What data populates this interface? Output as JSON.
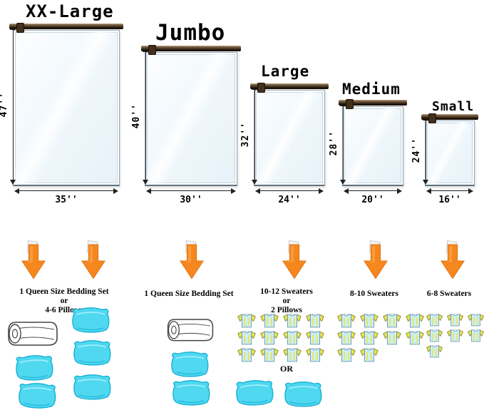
{
  "sizes": [
    {
      "label": "XX-Large",
      "height_label": "47''",
      "width_label": "35''"
    },
    {
      "label": "Jumbo",
      "height_label": "40''",
      "width_label": "30''"
    },
    {
      "label": "Large",
      "height_label": "32''",
      "width_label": "24''"
    },
    {
      "label": "Medium",
      "height_label": "28''",
      "width_label": "20''"
    },
    {
      "label": "Small",
      "height_label": "24''",
      "width_label": "16''"
    }
  ],
  "capacities": [
    {
      "lines": [
        "1 Queen Size Bedding Set",
        "or",
        "4-6 Pillows"
      ]
    },
    {
      "lines": [
        "1 Queen Size Bedding Set"
      ]
    },
    {
      "lines": [
        "10-12 Sweaters",
        "or",
        "2 Pillows"
      ],
      "sweater_rows": [
        4,
        4,
        4
      ],
      "divider": "OR"
    },
    {
      "lines": [
        "8-10 Sweaters"
      ],
      "sweater_rows": [
        4,
        4,
        2
      ]
    },
    {
      "lines": [
        "6-8 Sweaters"
      ],
      "sweater_rows": [
        3,
        3,
        1
      ]
    }
  ],
  "icons": {
    "down_arrow": "orange-block-arrow-down",
    "dimension_arrow": "double-headed-arrow",
    "zipper": "zipper-seal-bar",
    "pillow": "cyan-pillow",
    "comforter": "folded-comforter",
    "sweater": "t-shirt"
  },
  "colors": {
    "arrow_orange": "#F6871F",
    "pillow_cyan": "#4FD8F0",
    "sweater_body": "#CDEFF7",
    "sweater_sleeve": "#E8E455",
    "bag_fill": "#F1F8FC",
    "zipper_dark": "#241708"
  }
}
